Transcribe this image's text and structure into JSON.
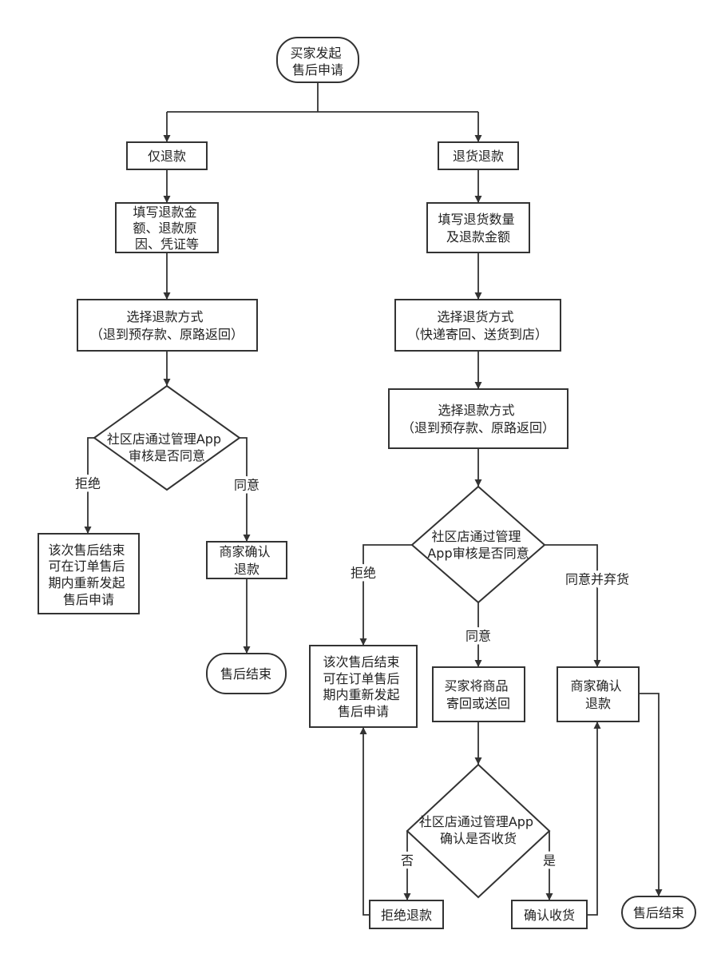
{
  "nodes": {
    "start": {
      "lines": [
        "买家发起",
        "售后申请"
      ]
    },
    "refund_only": {
      "lines": [
        "仅退款"
      ]
    },
    "fill_refund_info": {
      "lines": [
        "填写退款金",
        "额、退款原",
        "因、凭证等"
      ]
    },
    "choose_refund_method_left": {
      "lines": [
        "选择退款方式",
        "（退到预存款、原路返回）"
      ]
    },
    "review_left": {
      "lines": [
        "社区店通过管理App",
        "审核是否同意"
      ]
    },
    "end_reapply_left": {
      "lines": [
        "该次售后结束",
        "可在订单售后",
        "期内重新发起",
        "售后申请"
      ]
    },
    "merchant_refund_left": {
      "lines": [
        "商家确认",
        "退款"
      ]
    },
    "end_left": {
      "lines": [
        "售后结束"
      ]
    },
    "return_refund": {
      "lines": [
        "退货退款"
      ]
    },
    "fill_return_info": {
      "lines": [
        "填写退货数量",
        "及退款金额"
      ]
    },
    "choose_return_method": {
      "lines": [
        "选择退货方式",
        "（快递寄回、送货到店）"
      ]
    },
    "choose_refund_method_right": {
      "lines": [
        "选择退款方式",
        "（退到预存款、原路返回）"
      ]
    },
    "review_right": {
      "lines": [
        "社区店通过管理",
        "App审核是否同意"
      ]
    },
    "end_reapply_right": {
      "lines": [
        "该次售后结束",
        "可在订单售后",
        "期内重新发起",
        "售后申请"
      ]
    },
    "buyer_return_goods": {
      "lines": [
        "买家将商品",
        "寄回或送回"
      ]
    },
    "merchant_refund_right": {
      "lines": [
        "商家确认",
        "退款"
      ]
    },
    "receipt_check": {
      "lines": [
        "社区店通过管理App",
        "确认是否收货"
      ]
    },
    "reject_refund": {
      "lines": [
        "拒绝退款"
      ]
    },
    "confirm_receipt": {
      "lines": [
        "确认收货"
      ]
    },
    "end_right": {
      "lines": [
        "售后结束"
      ]
    }
  },
  "edge_labels": {
    "left_reject": "拒绝",
    "left_agree": "同意",
    "right_reject": "拒绝",
    "right_agree": "同意",
    "right_agree_abandon": "同意并弃货",
    "receipt_no": "否",
    "receipt_yes": "是"
  },
  "colors": {
    "stroke": "#333333",
    "background": "#ffffff"
  }
}
